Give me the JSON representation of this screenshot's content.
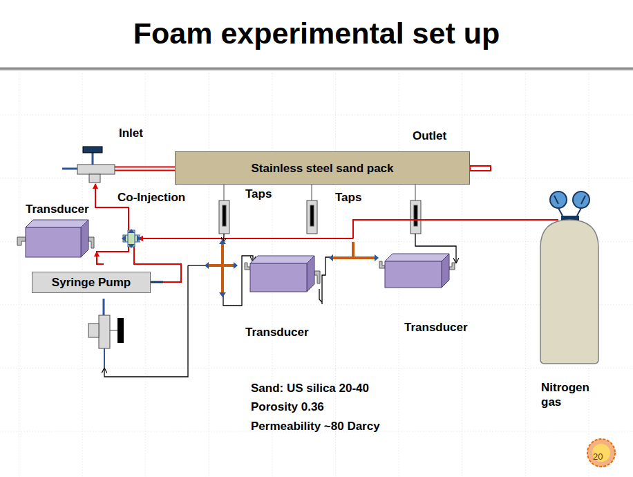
{
  "diagram": {
    "title": "Foam experimental set up",
    "nodes": [
      {
        "text": [
          "Stainless steel sand pack"
        ]
      },
      {
        "text": [
          "Transducer"
        ]
      },
      {
        "text": [
          "Syringe Pump"
        ]
      },
      {
        "text": [
          "Transducer"
        ]
      },
      {
        "text": [
          "Transducer"
        ]
      },
      {
        "text": [
          "Nitrogen gas"
        ]
      }
    ],
    "labels": [
      "Inlet",
      "Outlet",
      "Co-Injection",
      "Taps",
      "Taps",
      "Sand: US silica 20-40",
      "Porosity 0.36",
      "Permeability ~80 Darcy",
      "20"
    ]
  }
}
